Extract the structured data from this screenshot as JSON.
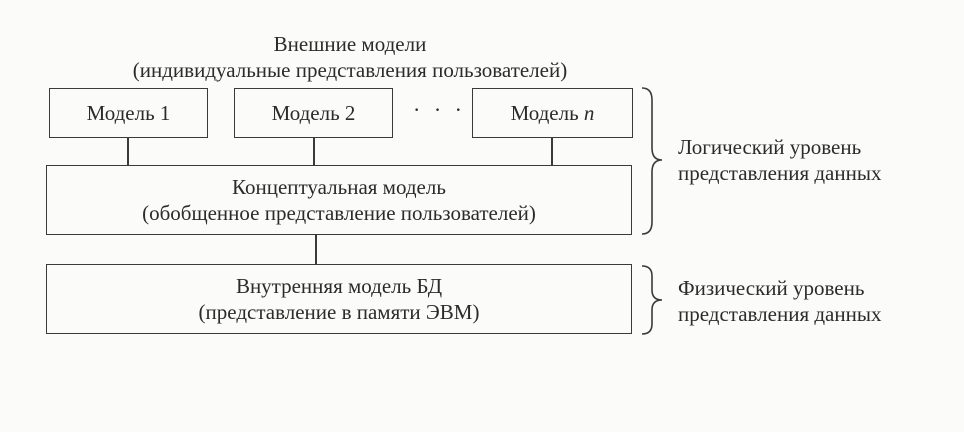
{
  "external": {
    "title": "Внешние модели",
    "subtitle": "(индивидуальные представления пользователей)"
  },
  "models": [
    {
      "prefix": "Модель",
      "suffix": "1",
      "italic": false
    },
    {
      "prefix": "Модель",
      "suffix": "2",
      "italic": false
    },
    {
      "prefix": "Модель",
      "suffix": "n",
      "italic": true
    }
  ],
  "ellipsis": "· · ·",
  "conceptual": {
    "line1": "Концептуальная модель",
    "line2": "(обобщенное представление пользователей)"
  },
  "internal": {
    "line1": "Внутренняя модель БД",
    "line2": "(представление в памяти ЭВМ)"
  },
  "levels": {
    "logical": {
      "line1": "Логический уровень",
      "line2": "представления данных"
    },
    "physical": {
      "line1": "Физический уровень",
      "line2": "представления данных"
    }
  }
}
